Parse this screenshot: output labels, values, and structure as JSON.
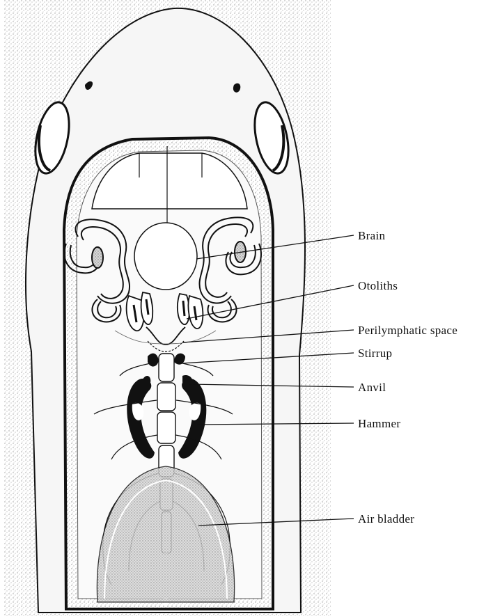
{
  "labels": [
    {
      "id": "brain",
      "text": "Brain"
    },
    {
      "id": "otoliths",
      "text": "Otoliths"
    },
    {
      "id": "perilymphatic",
      "text": "Perilymphatic space"
    },
    {
      "id": "stirrup",
      "text": "Stirrup"
    },
    {
      "id": "anvil",
      "text": "Anvil"
    },
    {
      "id": "hammer",
      "text": "Hammer"
    },
    {
      "id": "air-bladder",
      "text": "Air bladder"
    }
  ],
  "colors": {
    "ink": "#111111",
    "stipple": "#9a9a9a",
    "paper": "#ffffff"
  }
}
